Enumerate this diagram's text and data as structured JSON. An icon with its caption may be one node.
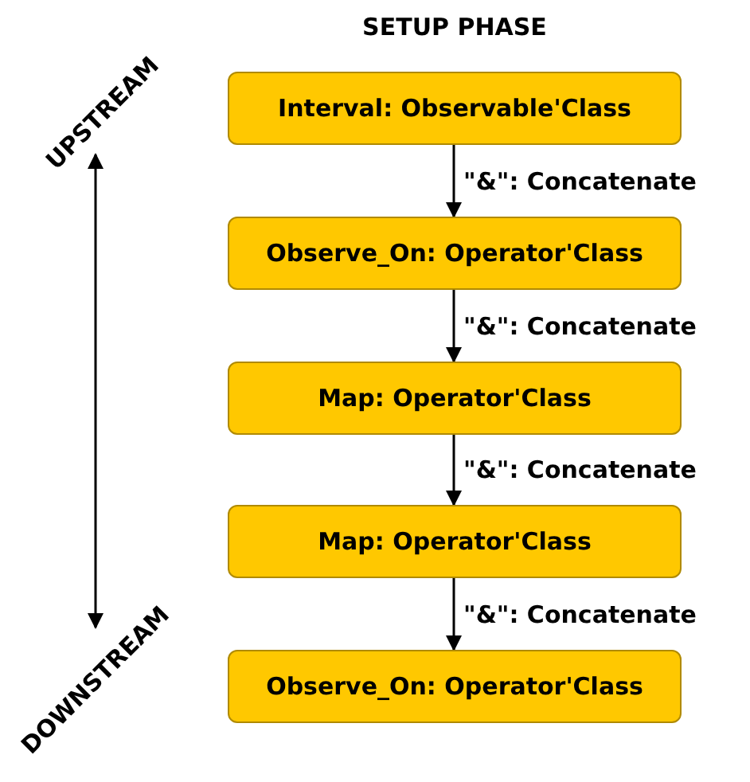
{
  "diagram": {
    "title": "SETUP PHASE",
    "nodes": [
      {
        "text": [
          "Interval: Observable'Class"
        ]
      },
      {
        "text": [
          "Observe_On: Operator'Class"
        ]
      },
      {
        "text": [
          "Map: Operator'Class"
        ]
      },
      {
        "text": [
          "Map: Operator'Class"
        ]
      },
      {
        "text": [
          "Observe_On: Operator'Class"
        ]
      }
    ],
    "edges": [
      {
        "from": 0,
        "to": 1,
        "arrow": "to",
        "label": "\"&\": Concatenate"
      },
      {
        "from": 1,
        "to": 2,
        "arrow": "to",
        "label": "\"&\": Concatenate"
      },
      {
        "from": 2,
        "to": 3,
        "arrow": "to",
        "label": "\"&\": Concatenate"
      },
      {
        "from": 3,
        "to": 4,
        "arrow": "to",
        "label": "\"&\": Concatenate"
      }
    ],
    "labels": [
      "UPSTREAM",
      "DOWNSTREAM"
    ]
  }
}
